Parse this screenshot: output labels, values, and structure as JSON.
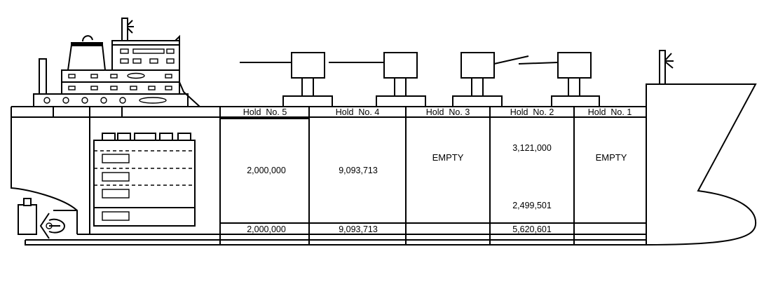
{
  "holds": [
    {
      "label": "Hold  No. 5",
      "top_value": "",
      "mid_value": "2,000,000",
      "bottom_value": "",
      "total": "2,000,000"
    },
    {
      "label": "Hold  No. 4",
      "top_value": "",
      "mid_value": "9,093,713",
      "bottom_value": "",
      "total": "9,093,713"
    },
    {
      "label": "Hold  No. 3",
      "top_value": "EMPTY",
      "mid_value": "",
      "bottom_value": "",
      "total": ""
    },
    {
      "label": "Hold  No. 2",
      "top_value": "3,121,000",
      "mid_value": "",
      "bottom_value": "2,499,501",
      "total": "5,620,601"
    },
    {
      "label": "Hold  No. 1",
      "top_value": "EMPTY",
      "mid_value": "",
      "bottom_value": "",
      "total": ""
    }
  ]
}
